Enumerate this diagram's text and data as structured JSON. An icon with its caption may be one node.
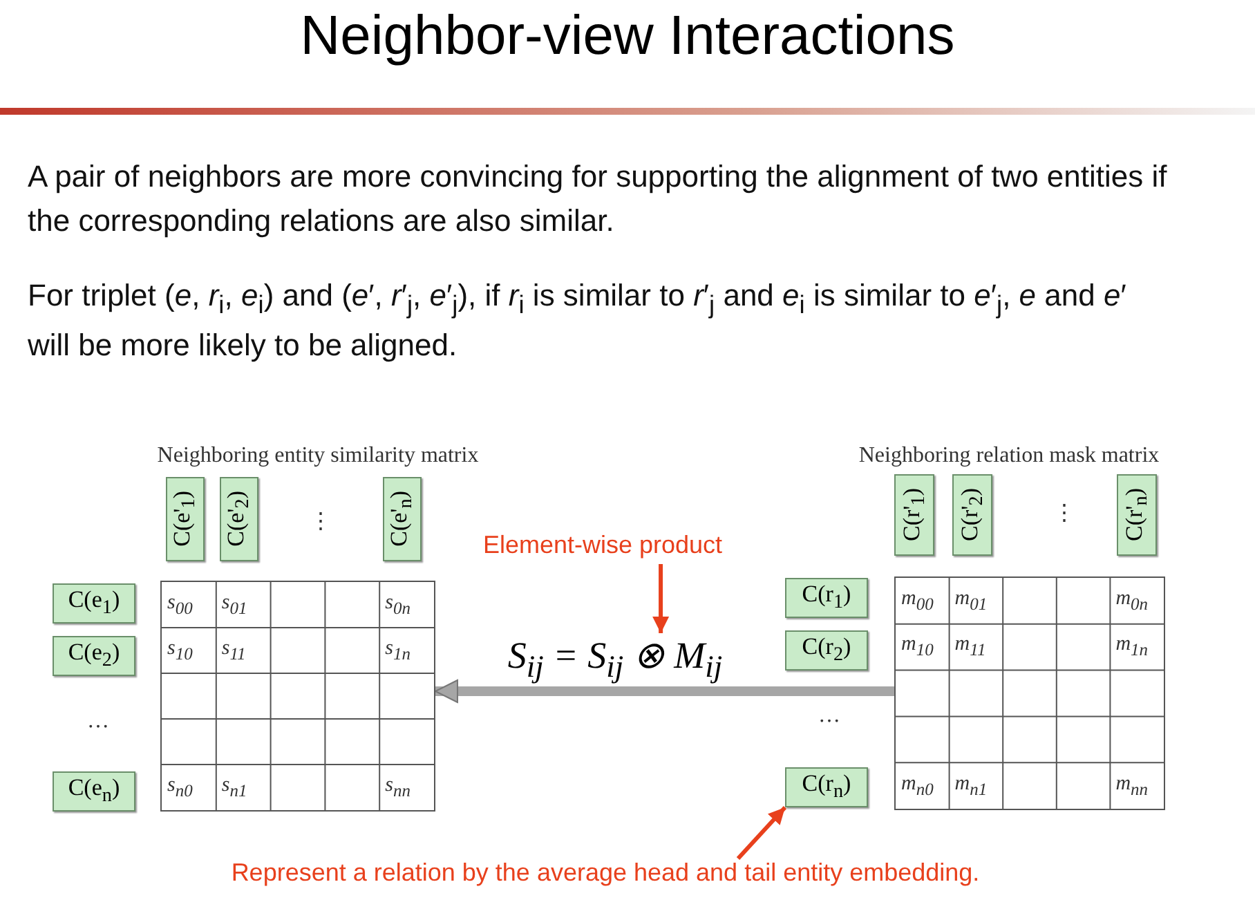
{
  "diagram": {
    "title": "Neighbor-view Interactions",
    "nodes": [
      {
        "text": [
          "s$_{00}$",
          "s$_{01}$",
          "s$_{0n}$",
          "s$_{10}$",
          "s$_{11}$",
          "s$_{1n}$",
          "s$_{n0}$",
          "s$_{n1}$",
          "s$_{nn}$"
        ]
      },
      {
        "text": [
          "C(e'$_{1}$)"
        ]
      },
      {
        "text": [
          "C(e'$_{2}$)"
        ]
      },
      {
        "text": [
          "C(e'$_{n}$)"
        ]
      },
      {
        "text": [
          "C(e$_{1}$)"
        ]
      },
      {
        "text": [
          "C(e$_{2}$)"
        ]
      },
      {
        "text": [
          "C(e$_{n}$)"
        ]
      },
      {
        "text": [
          "m$_{00}$",
          "m$_{01}$",
          "m$_{0n}$",
          "m$_{10}$",
          "m$_{11}$",
          "m$_{1n}$",
          "m$_{n0}$",
          "m$_{n1}$",
          "m$_{nn}$"
        ]
      },
      {
        "text": [
          "C(r'$_{1}$)"
        ]
      },
      {
        "text": [
          "C(r'$_{2}$)"
        ]
      },
      {
        "text": [
          "C(r'$_{n}$)"
        ]
      },
      {
        "text": [
          "C(r$_{1}$)"
        ]
      },
      {
        "text": [
          "C(r$_{2}$)"
        ]
      },
      {
        "text": [
          "C(r$_{n}$)"
        ]
      },
      {
        "text": [
          "Element-wise product"
        ]
      },
      {
        "text": [
          "S$_{ij}$ = S$_{ij}$ ⊗ M$_{ij}$"
        ]
      },
      {
        "text": [
          "Represent a relation by the average head and tail entity embedding."
        ]
      }
    ],
    "edges": [
      {
        "from": 7,
        "to": 0,
        "arrow": "to",
        "style": "thick",
        "color": "#a6a6a6"
      },
      {
        "from": 14,
        "to": 15,
        "arrow": "to"
      },
      {
        "from": 16,
        "to": 13,
        "arrow": "to"
      }
    ],
    "labels": [
      "A pair of neighbors are more convincing for supporting the alignment of two entities if the corresponding relations are also similar.",
      "For triplet (*e*, *r*$_{i}$, *e*$_{i}$) and (*e*′, *r*′$_{j}$, *e*′$_{j}$), if *r*$_{i}$ is similar to *r*′$_{j}$ and *e*$_{i}$ is similar to *e*′$_{j}$, *e* and *e*′ will be more likely to be aligned.",
      "Neighboring entity similarity matrix",
      "Neighboring relation mask matrix",
      "⋮",
      "⋮",
      "…",
      "…"
    ]
  }
}
